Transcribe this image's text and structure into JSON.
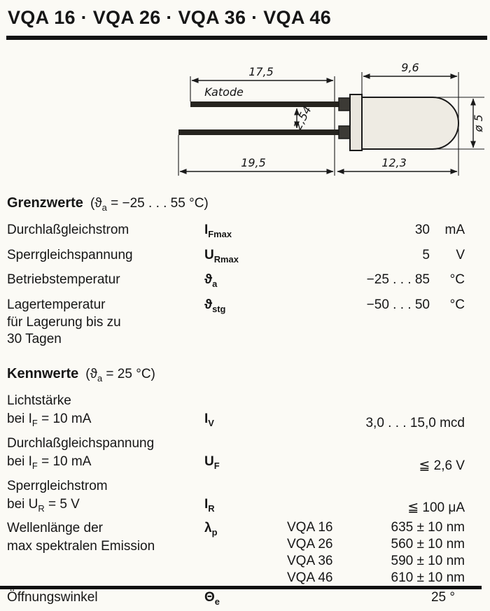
{
  "title": "VQA 16 · VQA 26 · VQA 36 · VQA 46",
  "drawing": {
    "katode": "Katode",
    "top_lead_length": "17,5",
    "body_length": "9,6",
    "lead_spacing": "2,54",
    "diameter": "ø 5",
    "bottom_lead_length": "19,5",
    "body_total_length": "12,3"
  },
  "grenzwerte": {
    "heading": "Grenzwerte",
    "cond_pre": "(ϑ",
    "cond_sub": "a",
    "cond_post": " = −25 . . . 55 °C)",
    "rows": [
      {
        "label1": "Durchlaßgleichstrom",
        "sym": "I",
        "sub": "Fmax",
        "value": "30",
        "unit": "mA"
      },
      {
        "label1": "Sperrgleichspannung",
        "sym": "U",
        "sub": "Rmax",
        "value": "5",
        "unit": "V"
      },
      {
        "label1": "Betriebstemperatur",
        "sym": "ϑ",
        "sub": "a",
        "value": "−25 . . . 85",
        "unit": "°C"
      },
      {
        "label1": "Lagertemperatur",
        "label2": "für Lagerung bis zu",
        "label3": "30 Tagen",
        "sym": "ϑ",
        "sub": "stg",
        "value": "−50 . . . 50",
        "unit": "°C"
      }
    ]
  },
  "kennwerte": {
    "heading": "Kennwerte",
    "cond_pre": "(ϑ",
    "cond_sub": "a",
    "cond_post": " = 25 °C)",
    "rows": [
      {
        "label1": "Lichtstärke",
        "l2_pre": "bei I",
        "l2_sub": "F",
        "l2_post": " = 10 mA",
        "sym": "I",
        "sub": "V",
        "value": "3,0 . . . 15,0 mcd"
      },
      {
        "label1": "Durchlaßgleichspannung",
        "l2_pre": "bei I",
        "l2_sub": "F",
        "l2_post": " = 10 mA",
        "sym": "U",
        "sub": "F",
        "value": "≦ 2,6 V"
      },
      {
        "label1": "Sperrgleichstrom",
        "l2_pre": "bei U",
        "l2_sub": "R",
        "l2_post": " = 5 V",
        "sym": "I",
        "sub": "R",
        "value": "≦ 100 μA"
      },
      {
        "label1": "Wellenlänge der",
        "label2": "max spektralen Emission",
        "sym": "λ",
        "sub": "p",
        "variants": [
          {
            "name": "VQA 16",
            "value": "635 ± 10 nm"
          },
          {
            "name": "VQA 26",
            "value": "560 ± 10 nm"
          },
          {
            "name": "VQA 36",
            "value": "590 ± 10 nm"
          },
          {
            "name": "VQA 46",
            "value": "610 ± 10 nm"
          }
        ]
      },
      {
        "label1": "Öffnungswinkel",
        "sym": "Θ",
        "sub": "e",
        "value": "25 °"
      }
    ]
  }
}
